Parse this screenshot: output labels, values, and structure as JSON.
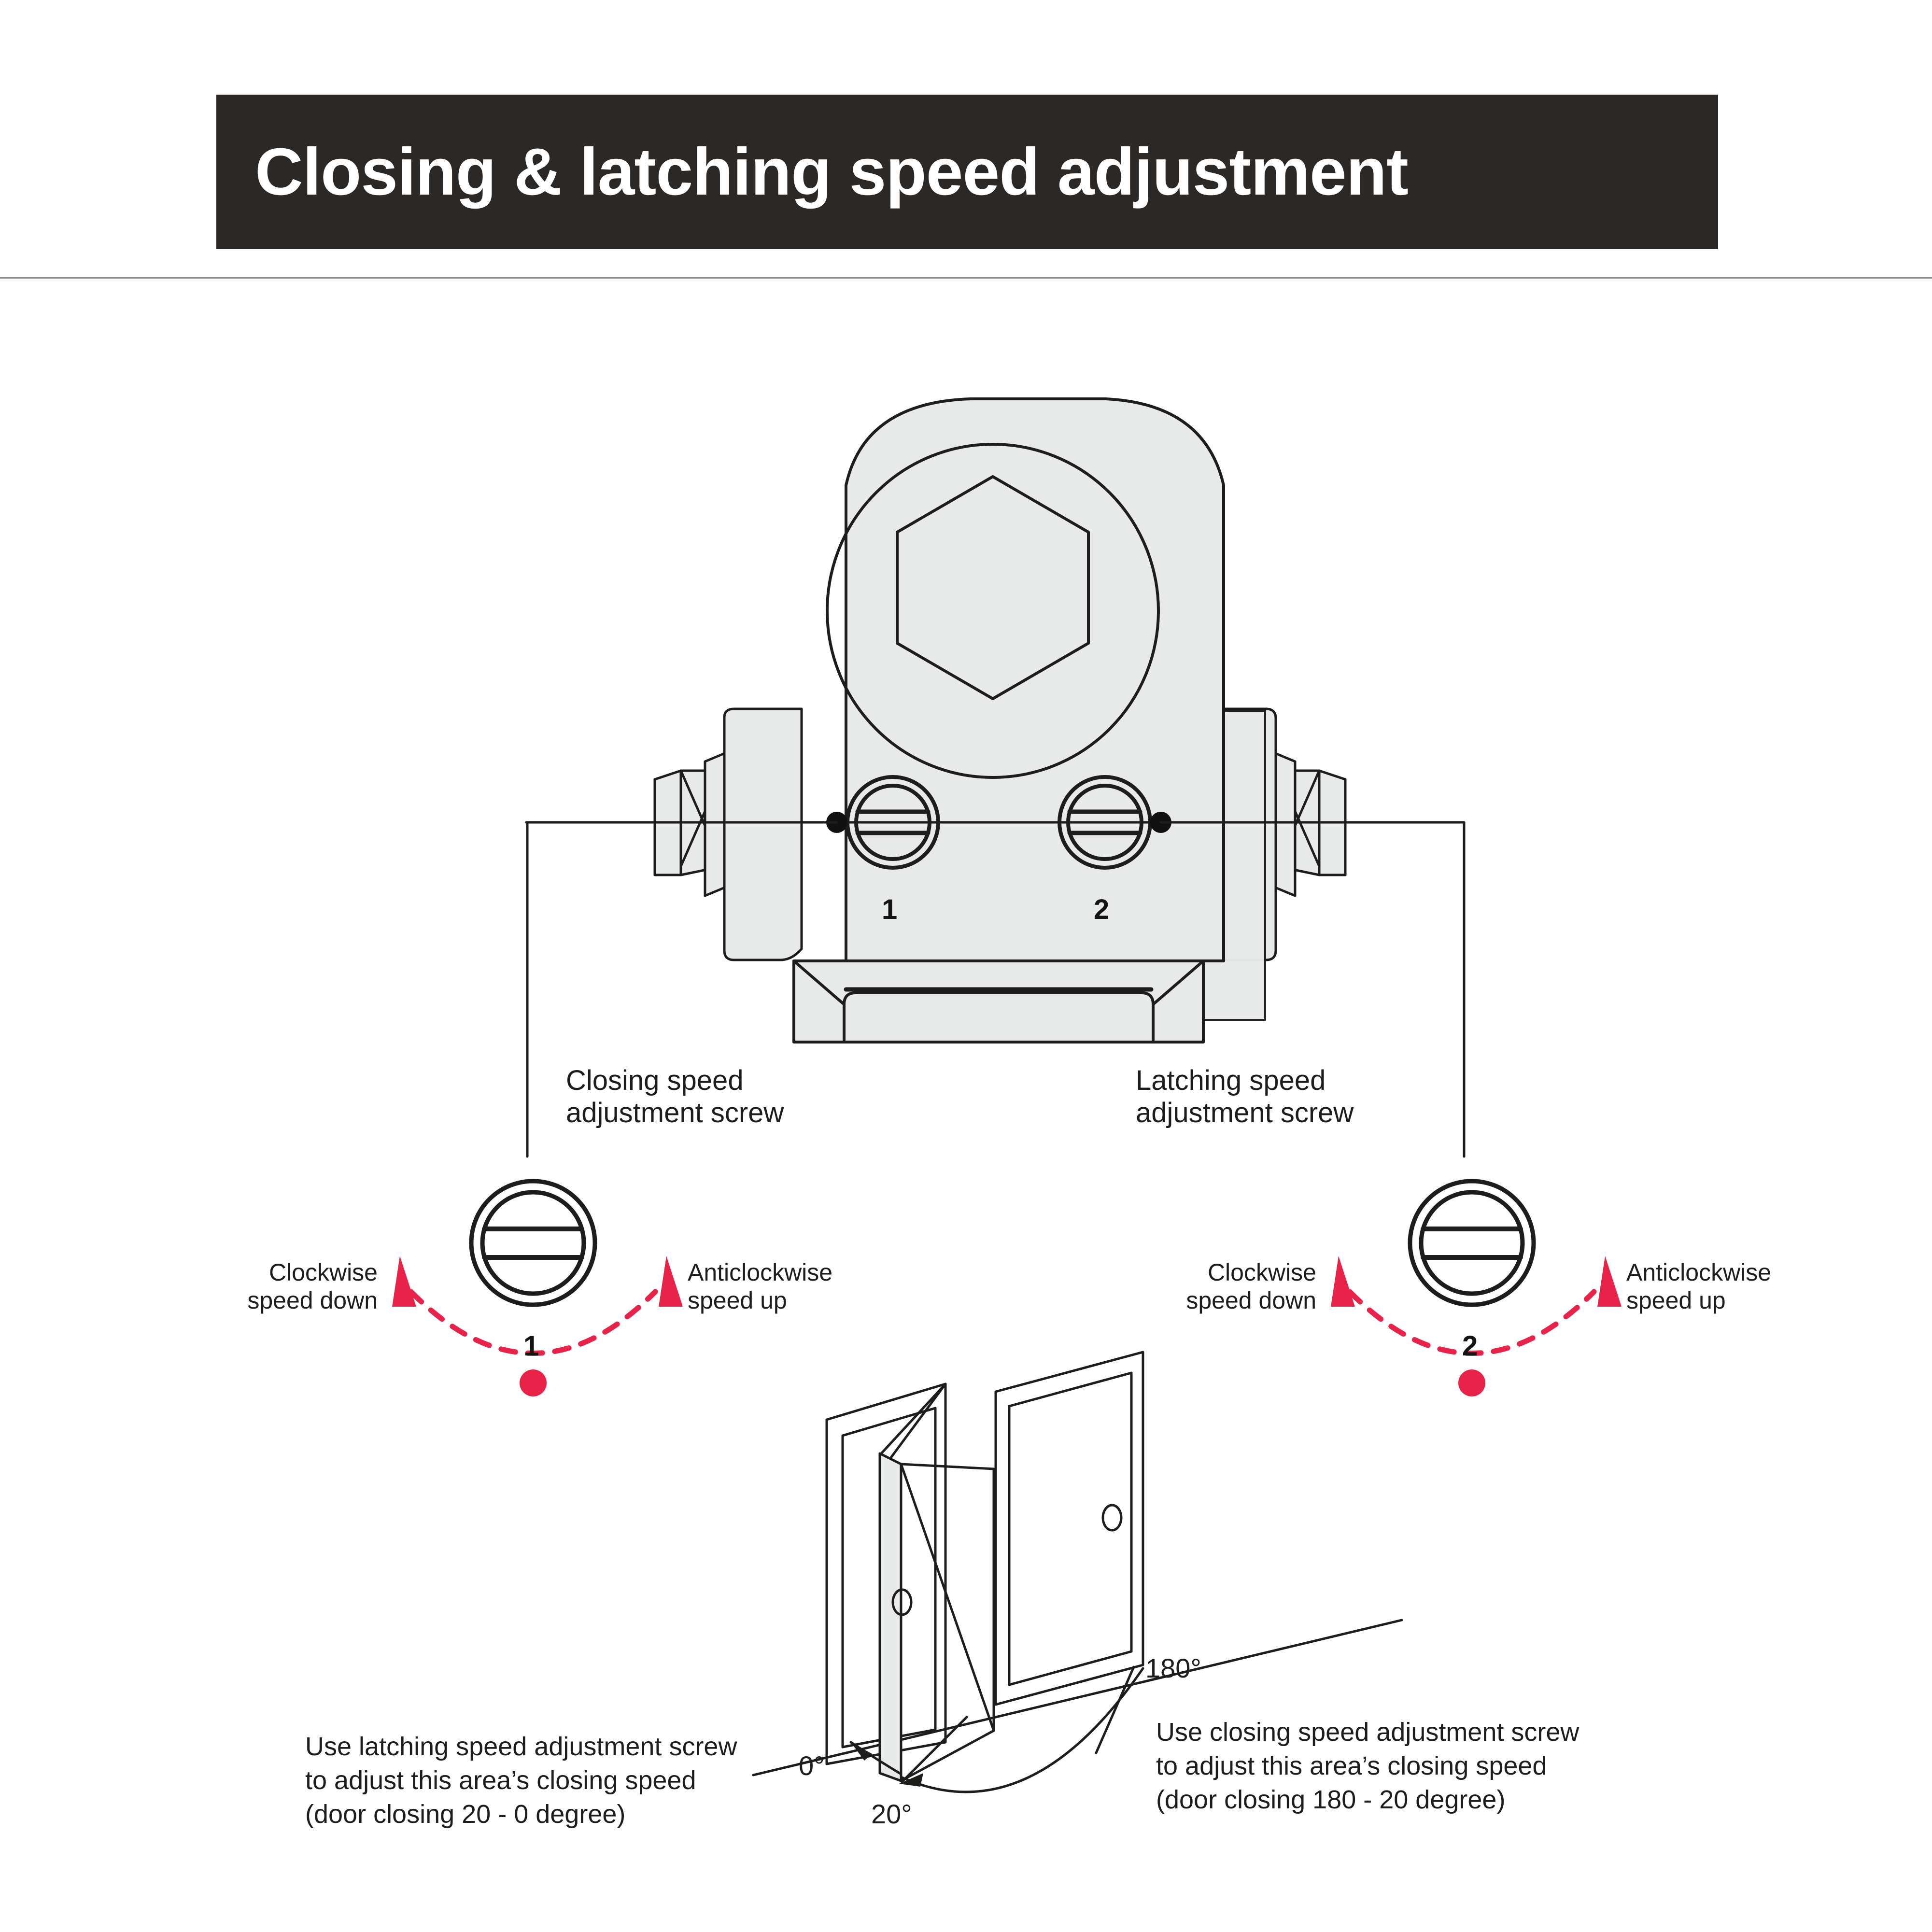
{
  "title": "Closing & latching speed adjustment",
  "colors": {
    "title_bar_bg": "#2b2825",
    "title_text": "#ffffff",
    "device_fill": "#e8eaea",
    "outline": "#1d1d1b",
    "accent_red": "#e8234a",
    "door_edge_grey": "#9a9a95"
  },
  "device": {
    "screw_labels": [
      "1",
      "2"
    ],
    "callouts": [
      {
        "id": "closing",
        "text": "Closing speed\nadjustment screw"
      },
      {
        "id": "latching",
        "text": "Latching speed\nadjustment screw"
      }
    ]
  },
  "rotation_diagrams": [
    {
      "screw_number": "1",
      "left_label": "Clockwise\nspeed down",
      "right_label": "Anticlockwise\nspeed up"
    },
    {
      "screw_number": "2",
      "left_label": "Clockwise\nspeed down",
      "right_label": "Anticlockwise\nspeed up"
    }
  ],
  "door_diagram": {
    "angle_markers": [
      "0°",
      "20°",
      "180°"
    ],
    "left_caption": "Use latching speed adjustment screw\nto adjust this area’s closing speed\n(door closing 20 - 0 degree)",
    "right_caption": "Use closing speed adjustment screw\nto adjust this area’s closing speed\n(door closing 180 - 20 degree)"
  }
}
